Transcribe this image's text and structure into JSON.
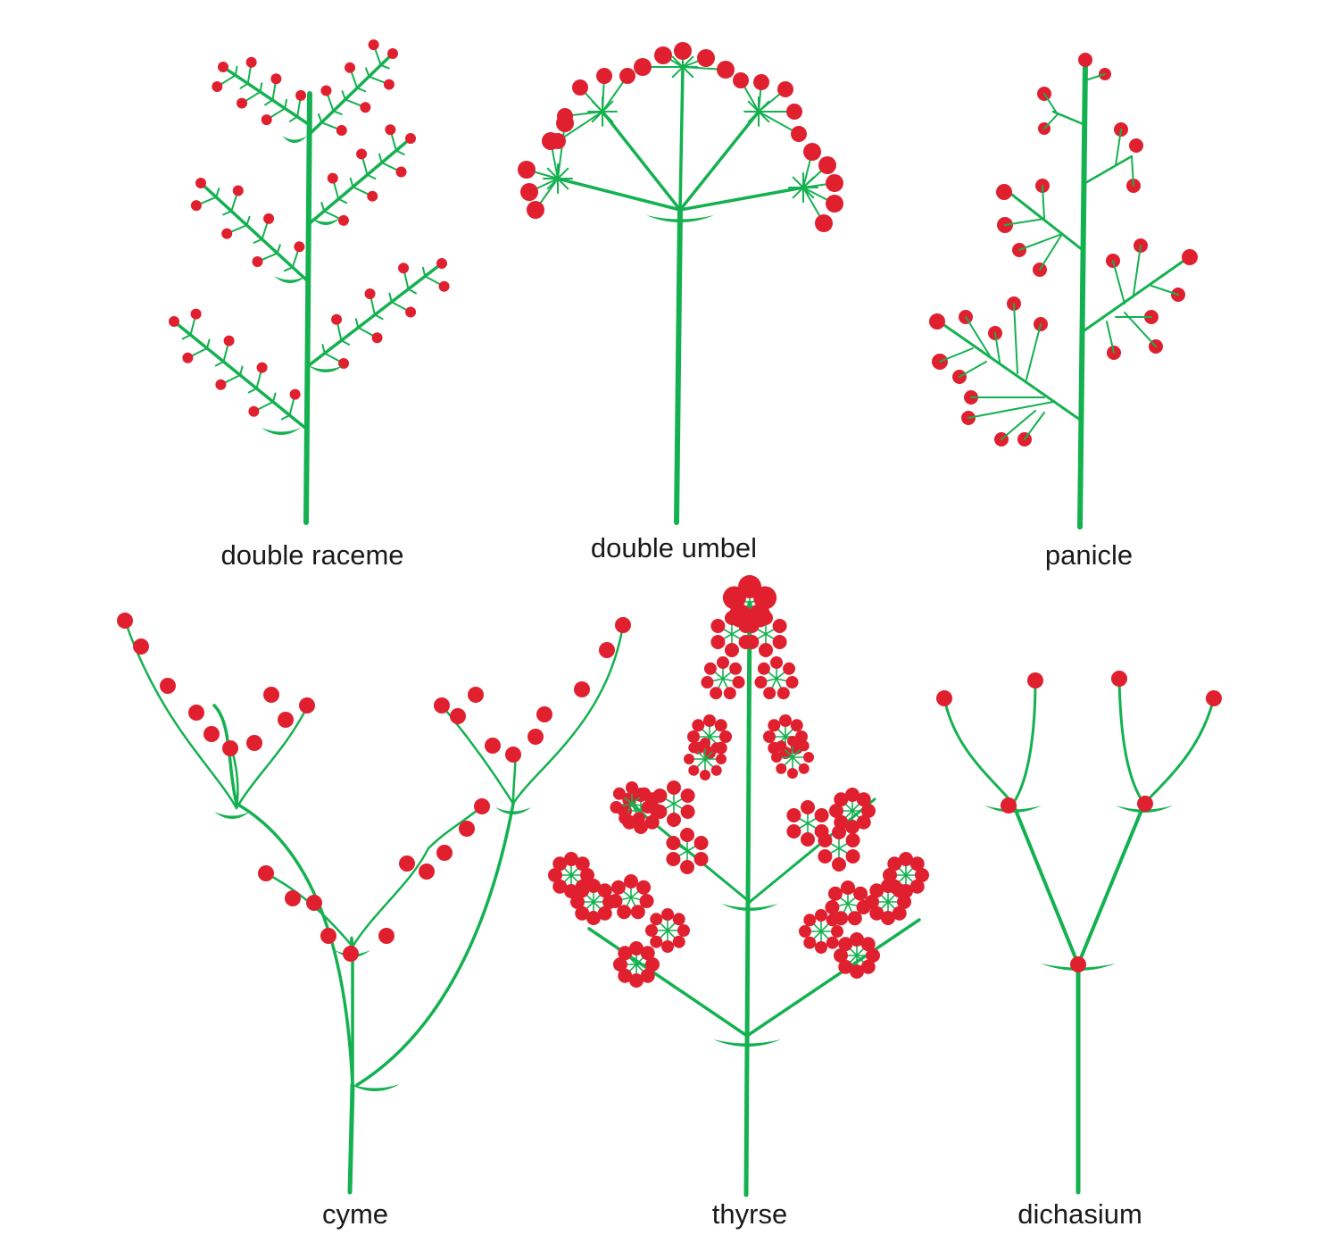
{
  "colors": {
    "stem": "#14b150",
    "flower": "#e0202f",
    "bract": "#14b150",
    "background": "#ffffff",
    "text": "#1a1a1a"
  },
  "panels": [
    {
      "id": "double-raceme",
      "label": "double raceme"
    },
    {
      "id": "double-umbel",
      "label": "double umbel"
    },
    {
      "id": "panicle",
      "label": "panicle"
    },
    {
      "id": "cyme",
      "label": "cyme"
    },
    {
      "id": "thyrse",
      "label": "thyrse"
    },
    {
      "id": "dichasium",
      "label": "dichasium"
    }
  ]
}
